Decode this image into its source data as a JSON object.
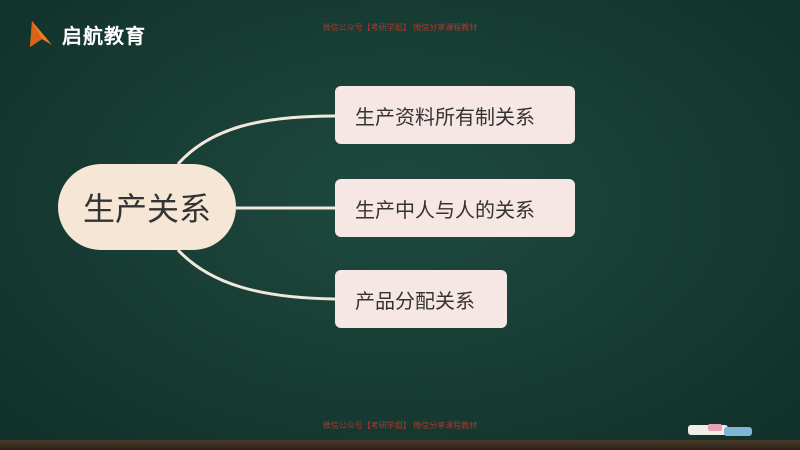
{
  "logo": {
    "text": "启航教育",
    "icon": "orange-arrow-logo-icon",
    "brand_color": "#ef7d22"
  },
  "watermark": {
    "top": "微信公众号【考研学姐】 微信分享课程教材",
    "bottom": "微信公众号【考研学姐】 微信分享课程教材"
  },
  "mindmap": {
    "center": "生产关系",
    "branches": [
      {
        "label": "生产资料所有制关系"
      },
      {
        "label": "生产中人与人的关系"
      },
      {
        "label": "产品分配关系"
      }
    ]
  },
  "colors": {
    "board": "#163a32",
    "center_fill": "#f6e6d6",
    "branch_fill": "#f7e7e4",
    "connector": "#f1e7dc"
  }
}
